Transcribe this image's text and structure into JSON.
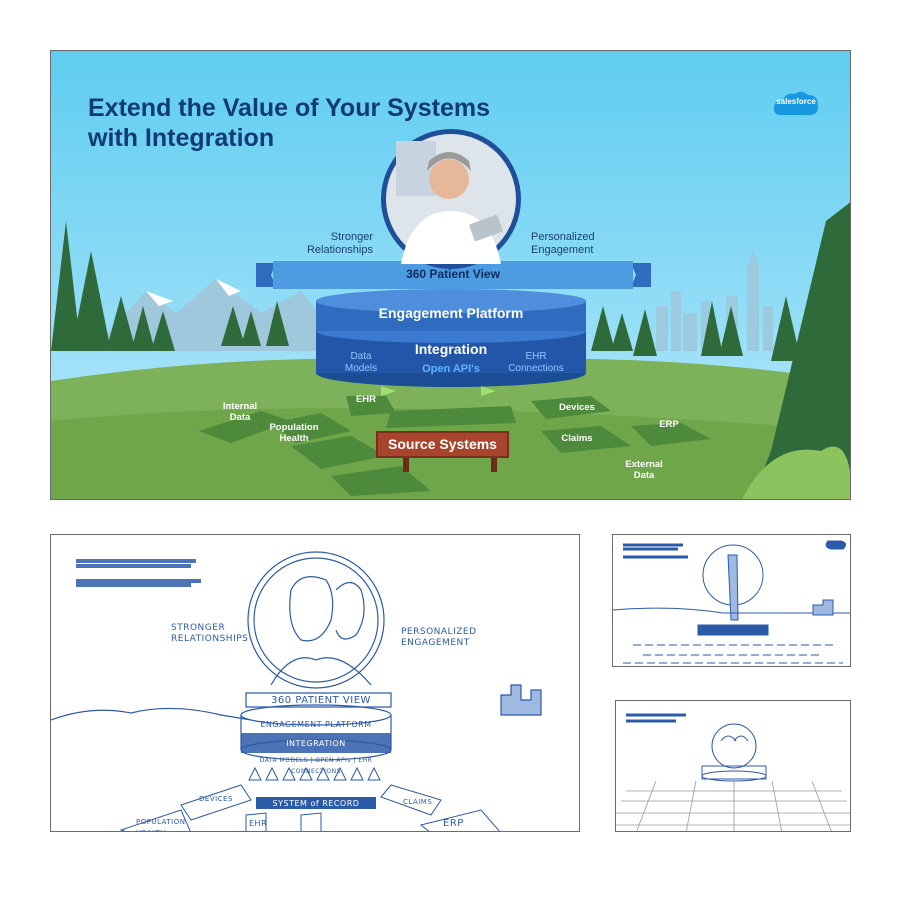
{
  "main": {
    "title": "Extend the Value of Your Systems\nwith Integration",
    "logo_text": "salesforce",
    "left_label": "Stronger\nRelationships",
    "right_label": "Personalized\nEngagement",
    "banner": "360 Patient View",
    "engagement_platform": "Engagement Platform",
    "integration": "Integration",
    "data_models": "Data\nModels",
    "open_apis": "Open API's",
    "ehr_connections": "EHR\nConnections",
    "source_systems": "Source Systems",
    "fields": {
      "internal_data": "Internal\nData",
      "population_health": "Population\nHealth",
      "ehr": "EHR",
      "devices": "Devices",
      "claims": "Claims",
      "erp": "ERP",
      "external_data": "External\nData"
    }
  },
  "sketch_large": {
    "stronger": "STRONGER\nRELATIONSHIPS",
    "personalized": "PERSONALIZED\nENGAGEMENT",
    "banner": "360 PATIENT VIEW",
    "engagement": "ENGAGEMENT PLATFORM",
    "integration": "INTEGRATION",
    "sub": "DATA MODELS | OPEN APIs | EHR CONNECTIONS",
    "record": "SYSTEM of RECORD",
    "devices": "DEVICES",
    "claims": "CLAIMS",
    "population": "POPULATION\nHEALTH",
    "ehr": "EHR",
    "erp": "ERP"
  },
  "colors": {
    "navy": "#123a74",
    "sky": "#5fcdf0",
    "grass": "#6fa64a",
    "platform": "#2a66b8",
    "sign": "#a8442c",
    "sketch": "#2b5aa8"
  }
}
